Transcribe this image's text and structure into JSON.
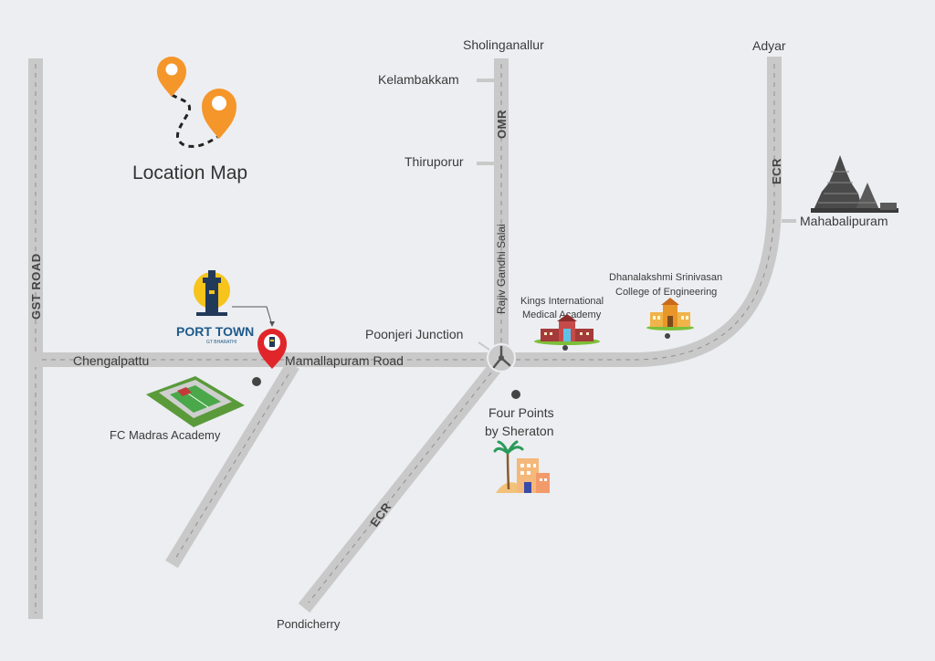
{
  "title": "Location Map",
  "roads": {
    "gst": "GST ROAD",
    "omr": "OMR",
    "omr_full": "Rajiv Gandhi Salai",
    "ecr_north": "ECR",
    "ecr_south": "ECR",
    "mamallapuram": "Mamallapuram Road"
  },
  "places": {
    "sholinganallur": "Sholinganallur",
    "kelambakkam": "Kelambakkam",
    "thiruporur": "Thiruporur",
    "adyar": "Adyar",
    "mahabalipuram": "Mahabalipuram",
    "chengalpattu": "Chengalpattu",
    "poonjeri": "Poonjeri Junction",
    "pondicherry": "Pondicherry",
    "fc_madras": "FC Madras Academy",
    "kings_1": "Kings International",
    "kings_2": "Medical Academy",
    "dhanalakshmi_1": "Dhanalakshmi Srinivasan",
    "dhanalakshmi_2": "College of Engineering",
    "four_points_1": "Four Points",
    "four_points_2": "by Sheraton"
  },
  "brand": {
    "name": "PORT TOWN",
    "sub": "GT BHARATHI"
  },
  "colors": {
    "background": "#eceef1",
    "road": "#c9c9c9",
    "pin_orange": "#f5962a",
    "pin_red": "#e0262a",
    "brand_blue": "#1f5a8a",
    "sun_yellow": "#f6c41b"
  },
  "icons": [
    "route-pins-icon",
    "project-pin-icon",
    "lighthouse-logo-icon",
    "temple-icon",
    "hospital-icon",
    "college-icon",
    "stadium-icon",
    "resort-icon",
    "roundabout-icon"
  ]
}
